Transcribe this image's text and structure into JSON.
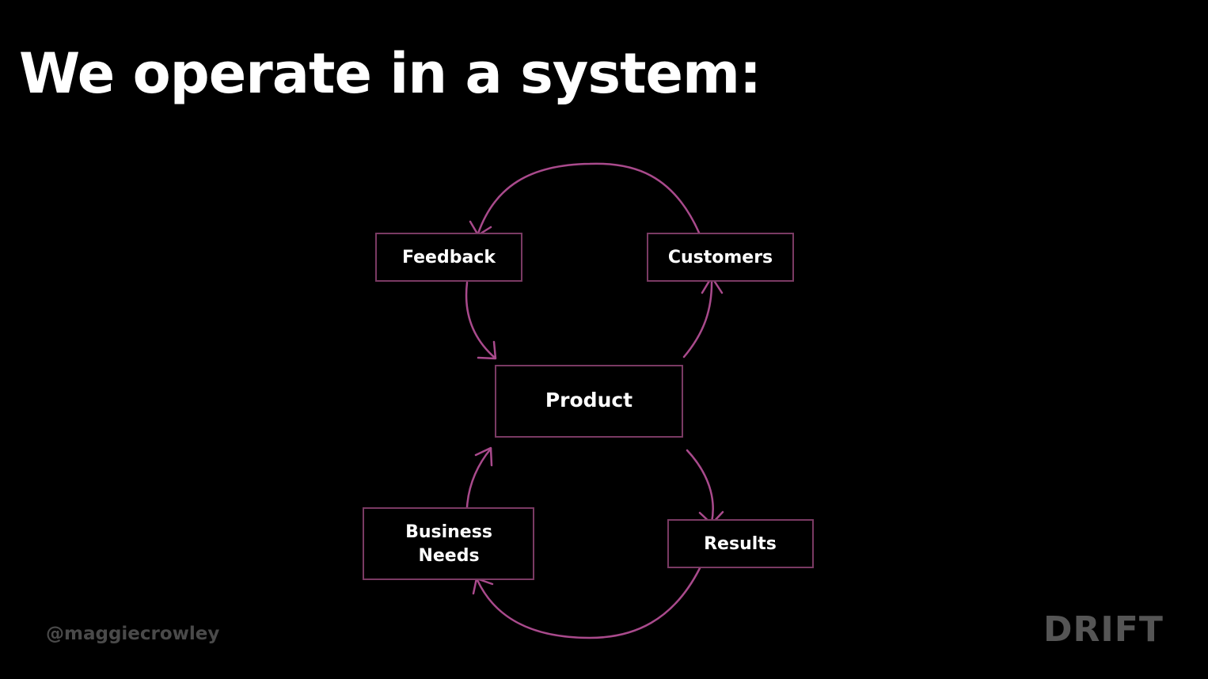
{
  "slide": {
    "title": "We operate in a system:"
  },
  "diagram": {
    "nodes": {
      "feedback": "Feedback",
      "customers": "Customers",
      "product": "Product",
      "business_needs_line1": "Business",
      "business_needs_line2": "Needs",
      "results": "Results"
    },
    "colors": {
      "arrow": "#a94a8c",
      "box_border": "#7a3a63",
      "background": "#000000",
      "text": "#ffffff"
    }
  },
  "footer": {
    "handle": "@maggiecrowley",
    "logo_text": "DRIFT"
  }
}
